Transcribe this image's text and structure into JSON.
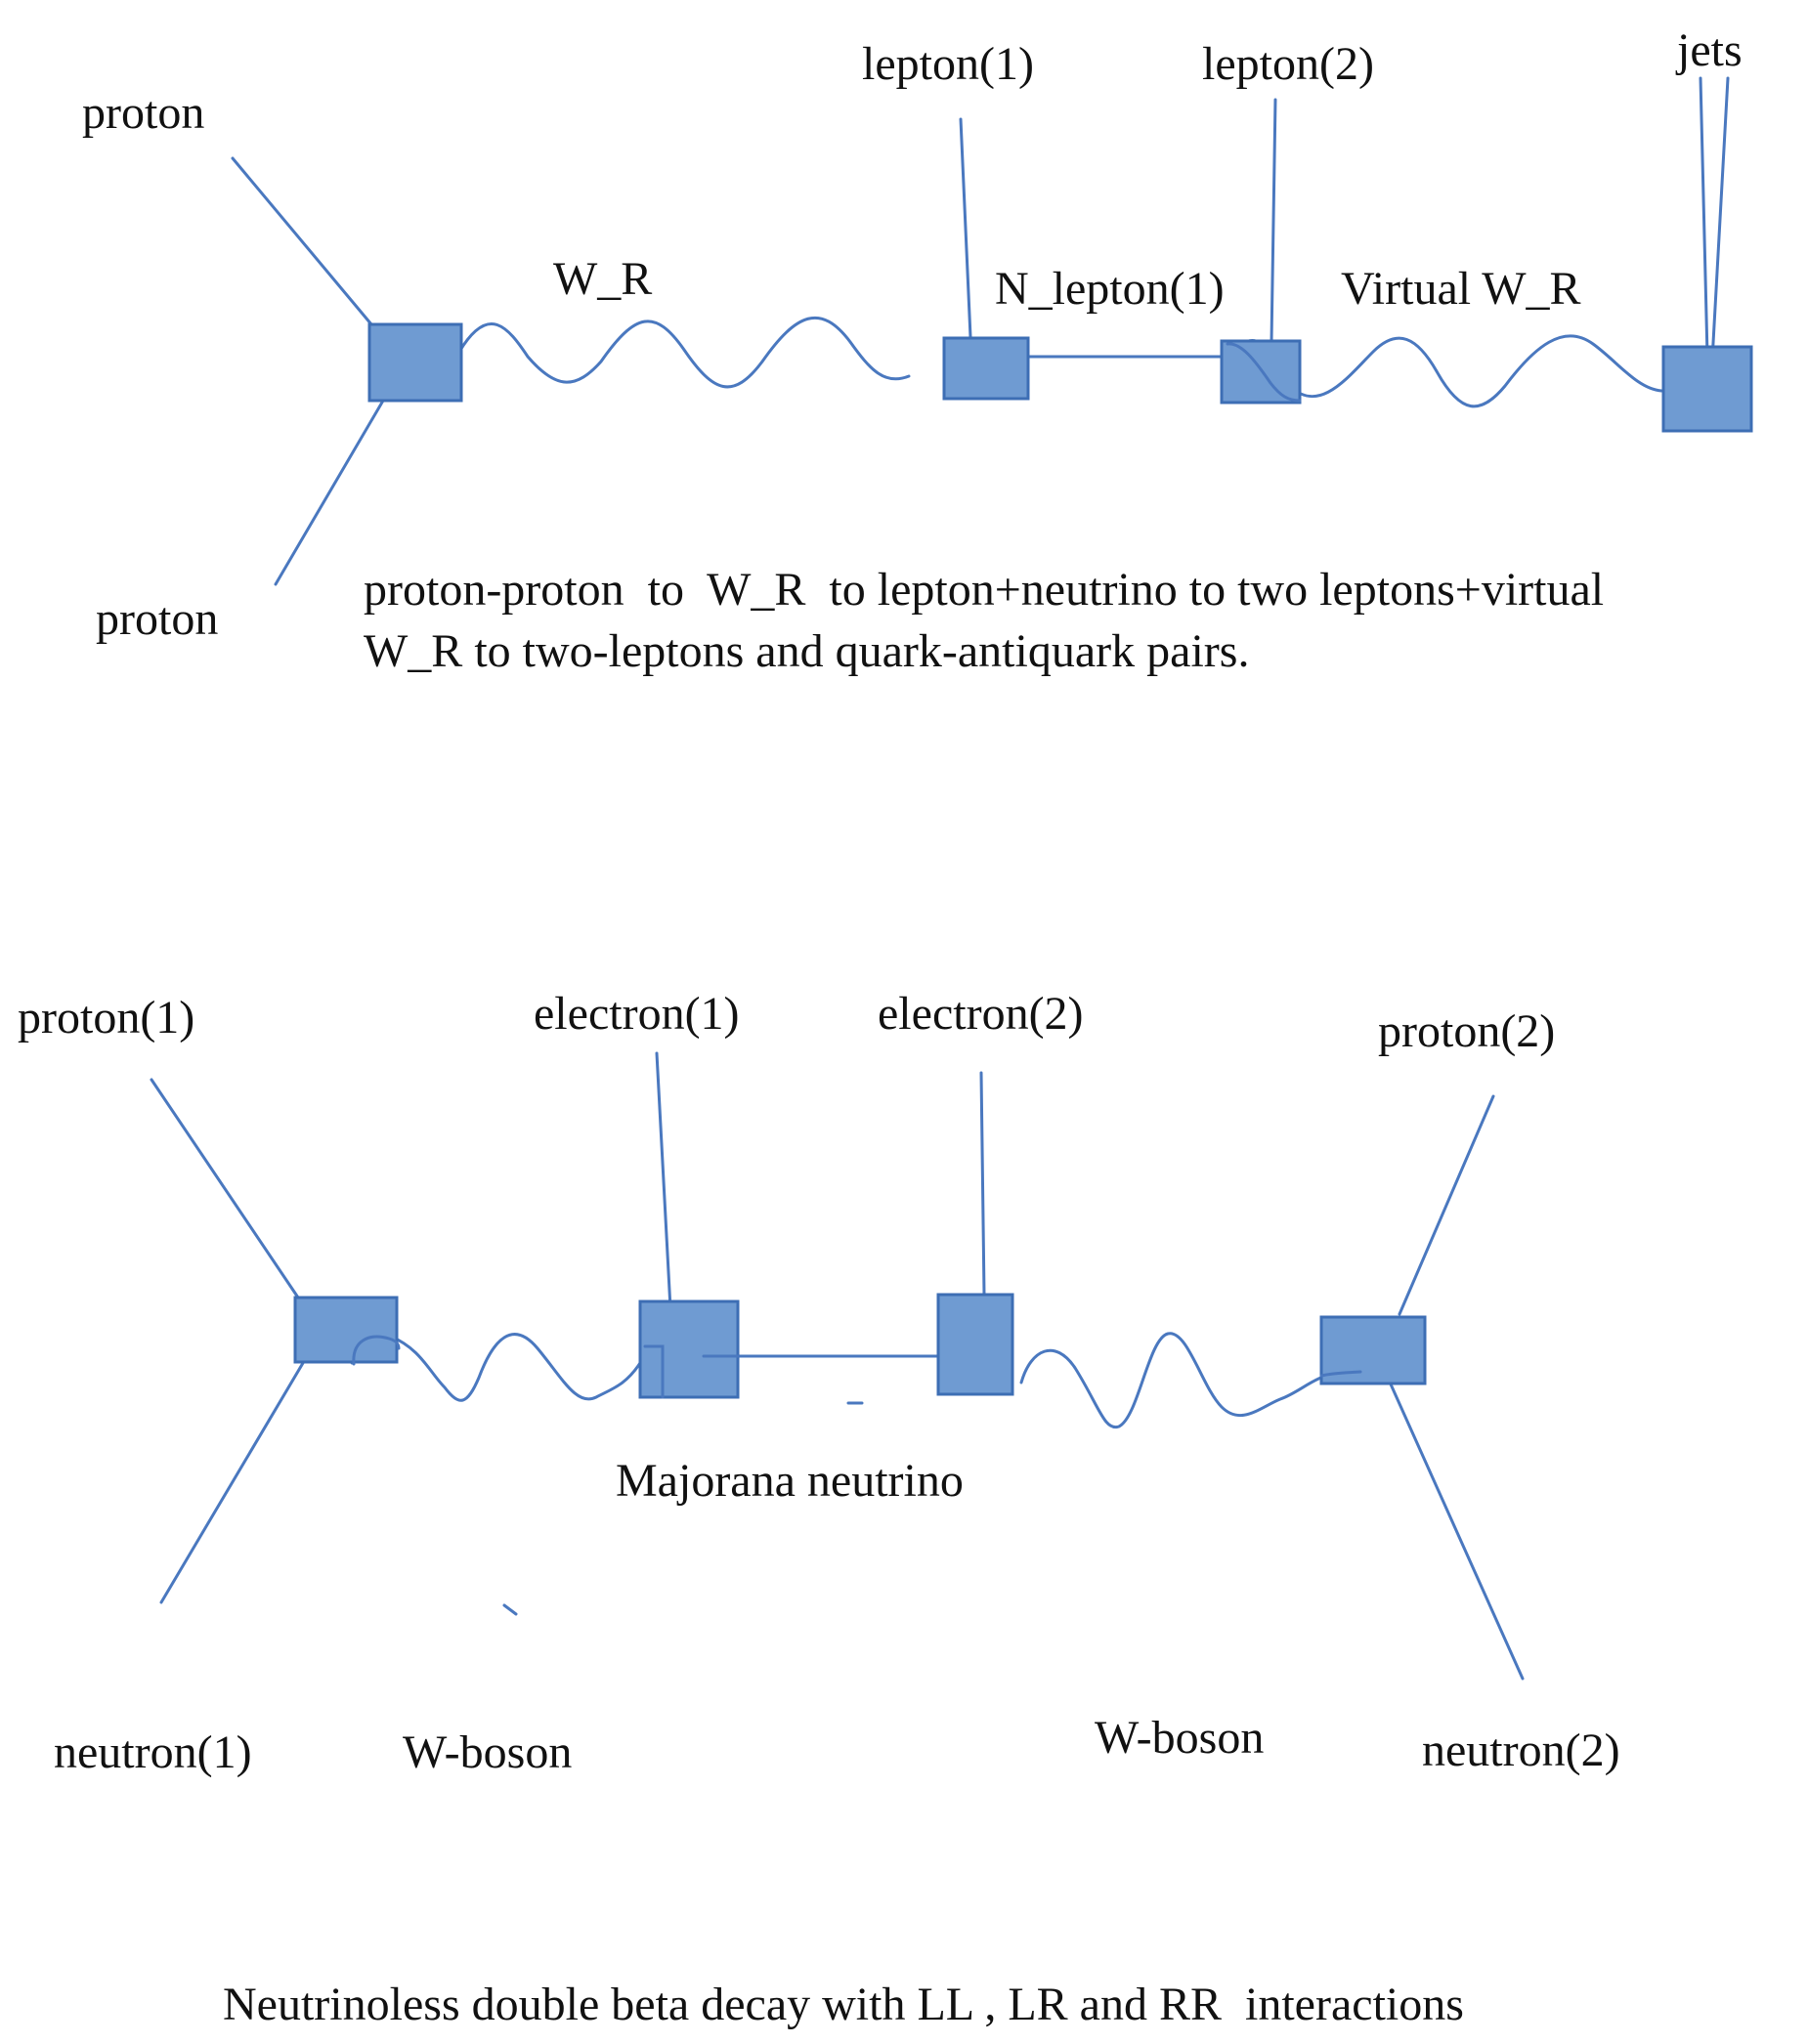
{
  "colors": {
    "box_fill": "#6f9bd2",
    "box_stroke": "#3d6eb4",
    "line": "#4a78bf",
    "text": "#111111"
  },
  "top_diagram": {
    "labels": {
      "proton_upper": "proton",
      "proton_lower": "proton",
      "w_r": "W_R",
      "lepton_1": "lepton(1)",
      "lepton_2": "lepton(2)",
      "jets": "jets",
      "n_lepton_1": "N_lepton(1)",
      "virtual_w_r": "Virtual W_R"
    },
    "caption_line_1": "proton-proton  to  W_R  to lepton+neutrino to two leptons+virtual",
    "caption_line_2": "W_R to two-leptons and quark-antiquark pairs."
  },
  "bottom_diagram": {
    "labels": {
      "proton_1": "proton(1)",
      "electron_1": "electron(1)",
      "electron_2": "electron(2)",
      "proton_2": "proton(2)",
      "majorana_neutrino": "Majorana neutrino",
      "neutron_1": "neutron(1)",
      "w_boson_left": "W-boson",
      "w_boson_right": "W-boson",
      "neutron_2": "neutron(2)"
    },
    "caption": "Neutrinoless double beta decay with LL , LR and RR  interactions"
  }
}
